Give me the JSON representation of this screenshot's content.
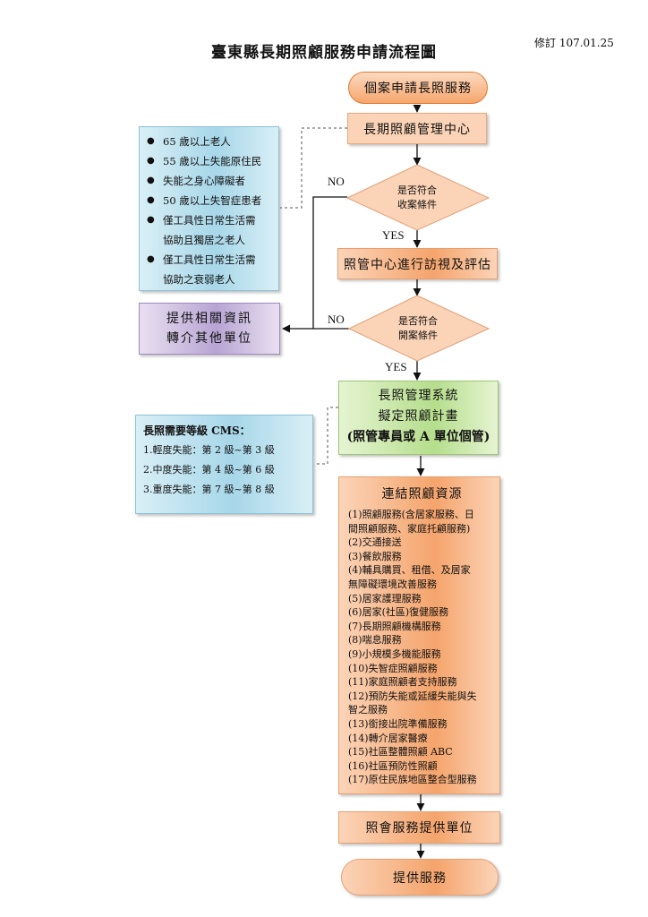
{
  "header": {
    "title": "臺東縣長期照顧服務申請流程圖",
    "revision": "修訂 107.01.25"
  },
  "flow": {
    "apply": "個案申請長照服務",
    "center": "長期照顧管理中心",
    "decision1_line1": "是否符合",
    "decision1_line2": "收案條件",
    "assess": "照管中心進行訪視及評估",
    "decision2_line1": "是否符合",
    "decision2_line2": "開案條件",
    "plan_line1": "長照管理系統",
    "plan_line2": "擬定照顧計畫",
    "plan_line3": "(照管專員或 A 單位個管)",
    "resources_title": "連結照顧資源",
    "resources": [
      "(1)照顧服務(含居家服務、日",
      "間照顧服務、家庭托顧服務)",
      "(2)交通接送",
      "(3)餐飲服務",
      "(4)輔具購買、租借、及居家",
      "無障礙環境改善服務",
      "(5)居家護理服務",
      "(6)居家(社區)復健服務",
      "(7)長期照顧機構服務",
      "(8)喘息服務",
      "(9)小規模多機能服務",
      "(10)失智症照顧服務",
      "(11)家庭照顧者支持服務",
      "(12)預防失能或延緩失能與失",
      "智之服務",
      "(13)銜接出院準備服務",
      "(14)轉介居家醫療",
      "(15)社區整體照顧 ABC",
      "(16)社區預防性照顧",
      "(17)原住民族地區整合型服務"
    ],
    "notify": "照會服務提供單位",
    "provide": "提供服務"
  },
  "labels": {
    "no1": "NO",
    "yes1": "YES",
    "no2": "NO",
    "yes2": "YES"
  },
  "eligibility": [
    "65 歲以上老人",
    "55 歲以上失能原住民",
    "失能之身心障礙者",
    "50 歲以上失智症患者",
    "僅工具性日常生活需",
    "僅工具性日常生活需"
  ],
  "eligibility_cont": [
    "協助且獨居之老人",
    "協助之衰弱老人"
  ],
  "referral": {
    "line1": "提供相關資訊",
    "line2": "轉介其他單位"
  },
  "cms": {
    "title": "長照需要等級 CMS：",
    "items": [
      "1.輕度失能：第 2 級~第 3 級",
      "2.中度失能：第 4 級~第 6 級",
      "3.重度失能：第 7 級~第 8 級"
    ]
  },
  "colors": {
    "apply_box": "#f6a66d",
    "peach_box": "#fbd3b6",
    "green_box": "#b5de8c",
    "blue_box": "#a7d7e9",
    "purple_box": "#b8a4d3"
  }
}
